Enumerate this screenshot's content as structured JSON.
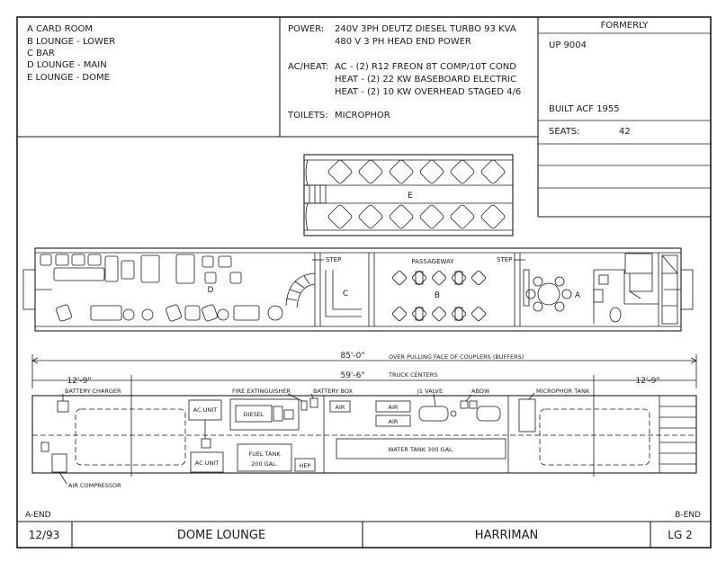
{
  "legend": {
    "items": [
      "A  CARD ROOM",
      "B  LOUNGE - LOWER",
      "C  BAR",
      "D  LOUNGE - MAIN",
      "E  LOUNGE - DOME"
    ]
  },
  "specs": {
    "power_label": "POWER:",
    "power_lines": [
      "240V 3PH DEUTZ DIESEL TURBO 93 KVA",
      "480 V 3 PH HEAD END POWER"
    ],
    "acheat_label": "AC/HEAT:",
    "acheat_lines": [
      "AC - (2) R12 FREON 8T COMP/10T COND",
      "HEAT - (2) 22 KW BASEBOARD ELECTRIC",
      "HEAT - (2) 10 KW OVERHEAD STAGED 4/6"
    ],
    "toilets_label": "TOILETS:",
    "toilets_value": "MICROPHOR"
  },
  "formerly": {
    "header": "FORMERLY",
    "value": "UP 9004",
    "built": "BUILT ACF 1955",
    "seats_label": "SEATS:",
    "seats_value": "42"
  },
  "plan": {
    "dome_label": "E",
    "main_label": "D",
    "bar_label": "C",
    "lower_label": "B",
    "card_label": "A",
    "step_left": "STEP",
    "step_right": "STEP",
    "passageway": "PASSAGEWAY"
  },
  "dims": {
    "overall": "85'-0\"",
    "overall_note": "OVER PULLING FACE OF COUPLERS (BUFFERS)",
    "truck": "59'-6\"",
    "truck_note": "TRUCK CENTERS",
    "left_end": "12'-9\"",
    "right_end": "12'-9\""
  },
  "underfloor": {
    "battery_charger": "BATTERY CHARGER",
    "fire_extinguisher": "FIRE EXTINGUISHER",
    "battery_box": "BATTERY BOX",
    "j1_valve": "J1 VALVE",
    "abdw": "ABDW",
    "microphor_tank": "MICROPHOR TANK",
    "ac_unit_top": "AC UNIT",
    "ac_unit_bottom": "AC UNIT",
    "diesel": "DIESEL",
    "air_1": "AIR",
    "air_2": "AIR",
    "air_3": "AIR",
    "fuel_tank_1": "FUEL TANK",
    "fuel_tank_2": "200 GAL.",
    "hep": "HEP",
    "water_tank": "WATER TANK 300 GAL.",
    "air_compressor": "AIR COMPRESSOR"
  },
  "ends": {
    "a_end": "A-END",
    "b_end": "B-END"
  },
  "titleblock": {
    "date": "12/93",
    "name": "DOME LOUNGE",
    "builder": "HARRIMAN",
    "code": "LG 2"
  }
}
